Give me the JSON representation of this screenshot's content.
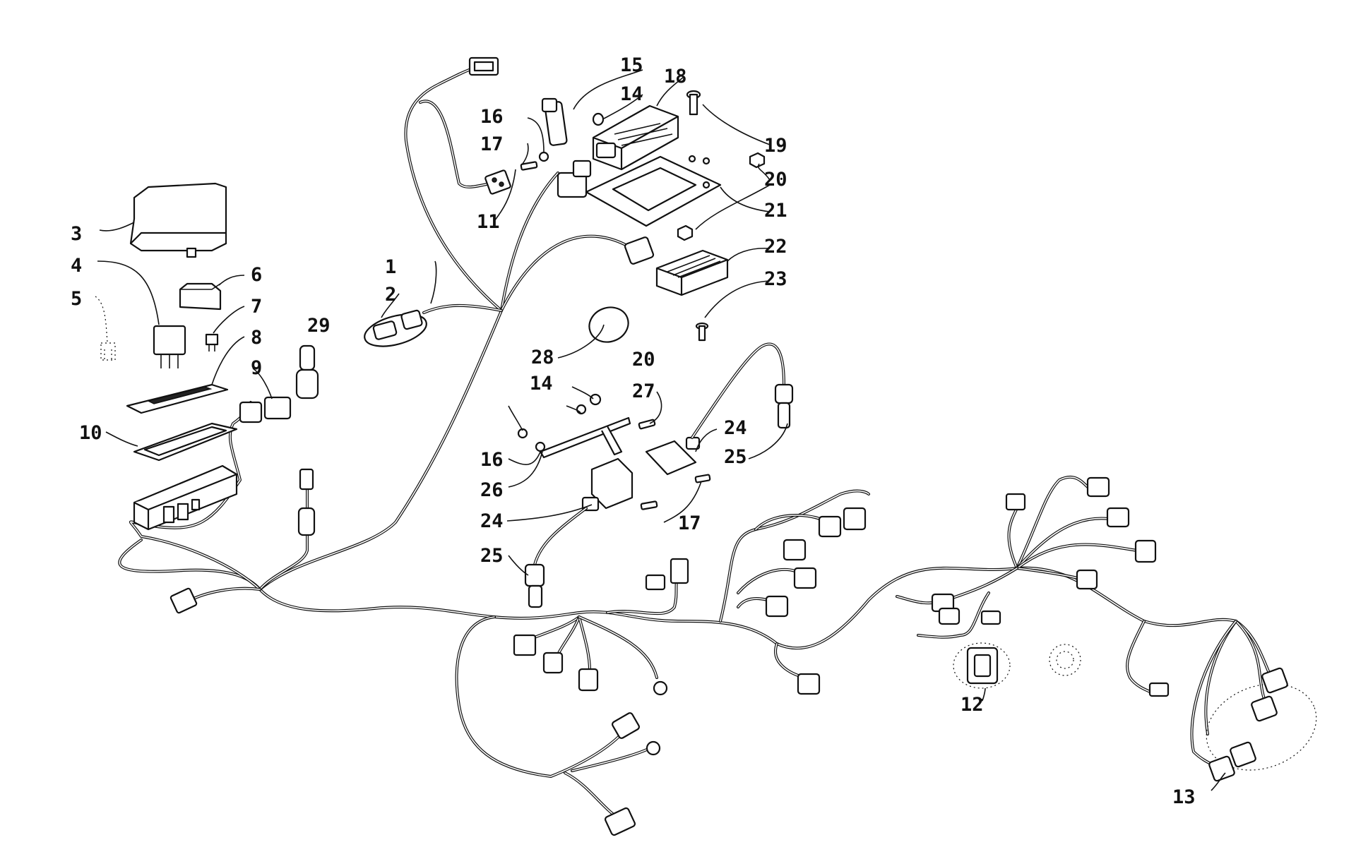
{
  "callouts": [
    {
      "id": "c1",
      "label": "1"
    },
    {
      "id": "c2",
      "label": "2"
    },
    {
      "id": "c3",
      "label": "3"
    },
    {
      "id": "c4",
      "label": "4"
    },
    {
      "id": "c5",
      "label": "5"
    },
    {
      "id": "c6",
      "label": "6"
    },
    {
      "id": "c7",
      "label": "7"
    },
    {
      "id": "c8",
      "label": "8"
    },
    {
      "id": "c9",
      "label": "9"
    },
    {
      "id": "c10",
      "label": "10"
    },
    {
      "id": "c11",
      "label": "11"
    },
    {
      "id": "c12",
      "label": "12"
    },
    {
      "id": "c13",
      "label": "13"
    },
    {
      "id": "c14a",
      "label": "14"
    },
    {
      "id": "c14b",
      "label": "14"
    },
    {
      "id": "c15",
      "label": "15"
    },
    {
      "id": "c16a",
      "label": "16"
    },
    {
      "id": "c16b",
      "label": "16"
    },
    {
      "id": "c17a",
      "label": "17"
    },
    {
      "id": "c17b",
      "label": "17"
    },
    {
      "id": "c18",
      "label": "18"
    },
    {
      "id": "c19",
      "label": "19"
    },
    {
      "id": "c20a",
      "label": "20"
    },
    {
      "id": "c20b",
      "label": "20"
    },
    {
      "id": "c21",
      "label": "21"
    },
    {
      "id": "c22",
      "label": "22"
    },
    {
      "id": "c23",
      "label": "23"
    },
    {
      "id": "c24a",
      "label": "24"
    },
    {
      "id": "c24b",
      "label": "24"
    },
    {
      "id": "c25a",
      "label": "25"
    },
    {
      "id": "c25b",
      "label": "25"
    },
    {
      "id": "c26",
      "label": "26"
    },
    {
      "id": "c27",
      "label": "27"
    },
    {
      "id": "c28",
      "label": "28"
    },
    {
      "id": "c29",
      "label": "29"
    }
  ]
}
